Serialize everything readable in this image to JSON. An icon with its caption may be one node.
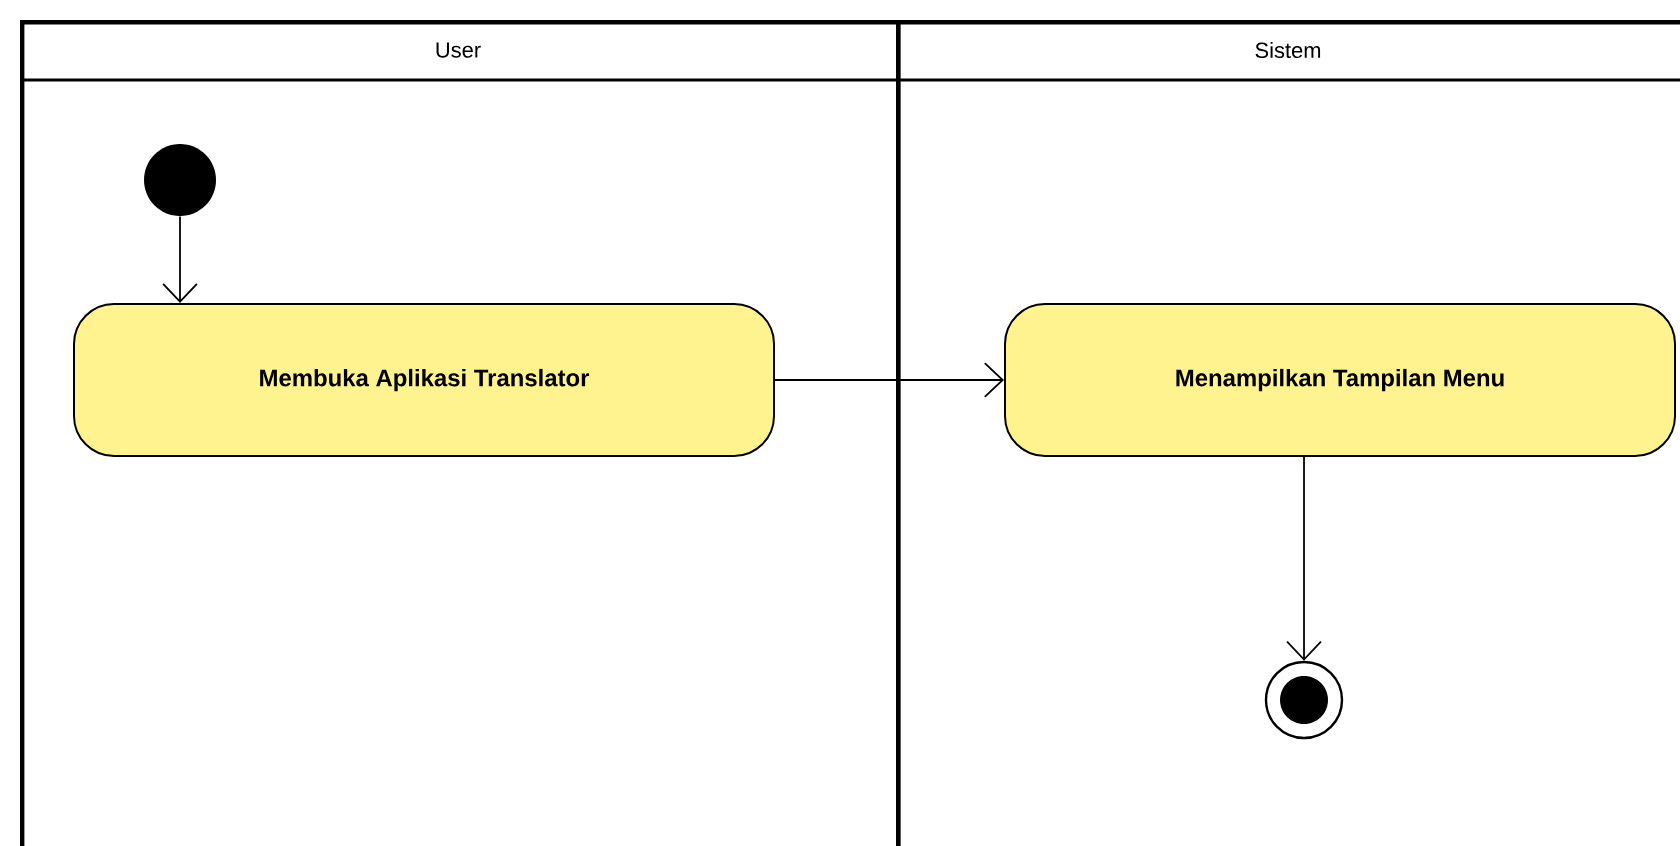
{
  "diagram": {
    "nodes": [
      {
        "text": [
          "User"
        ]
      },
      {
        "text": [
          "Sistem"
        ]
      },
      {
        "text": [],
        "shape": "circle",
        "in": 0
      },
      {
        "text": [
          "Membuka Aplikasi Translator"
        ],
        "in": 0
      },
      {
        "text": [
          "Menampilkan Tampilan Menu"
        ],
        "in": 1
      },
      {
        "text": [],
        "shape": "bullseye",
        "in": 1
      }
    ],
    "edges": [
      {
        "from": 2,
        "to": 3,
        "arrow": "to"
      },
      {
        "from": 3,
        "to": 4,
        "arrow": "to"
      },
      {
        "from": 4,
        "to": 5,
        "arrow": "to"
      }
    ]
  }
}
